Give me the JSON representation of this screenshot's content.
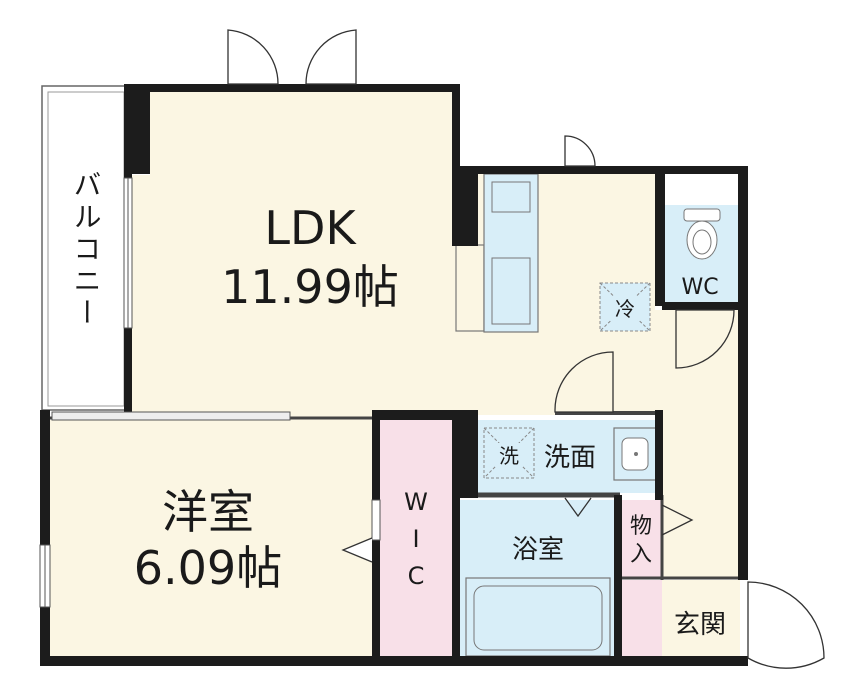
{
  "floor_plan": {
    "colors": {
      "wall": "#1c1c1c",
      "living_floor": "#fbf6e3",
      "wet_area": "#d8eef8",
      "closet": "#f8e0e8",
      "balcony": "#ffffff",
      "outline": "#666666"
    },
    "rooms": {
      "ldk": {
        "name": "LDK",
        "size": "11.99帖"
      },
      "western": {
        "name": "洋室",
        "size": "6.09帖"
      },
      "balcony": {
        "name": "バルコニー"
      },
      "wc": {
        "name": "WC"
      },
      "washroom": {
        "name": "洗面"
      },
      "bath": {
        "name": "浴室"
      },
      "wic": {
        "name": "WIC",
        "chars": [
          "W",
          "I",
          "C"
        ]
      },
      "storage": {
        "name": "物入",
        "chars": [
          "物",
          "入"
        ]
      },
      "entrance": {
        "name": "玄関"
      }
    },
    "fixtures": {
      "fridge_space": "冷",
      "washer_space": "洗"
    }
  }
}
